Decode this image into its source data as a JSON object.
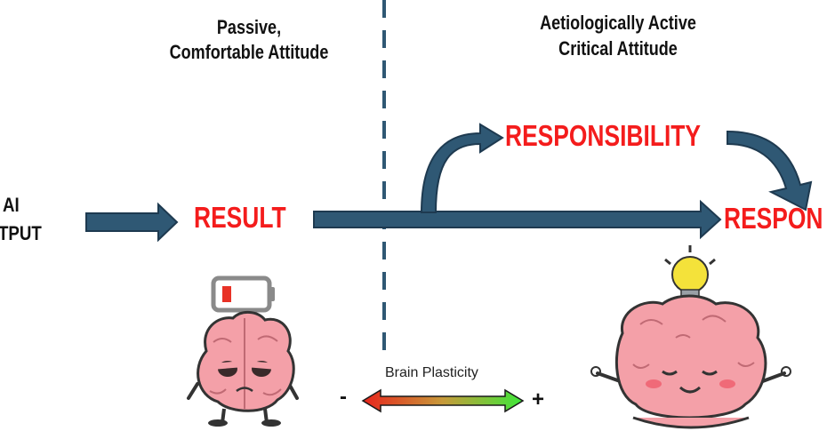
{
  "headings": {
    "left_line1": "Passive,",
    "left_line2": "Comfortable Attitude",
    "right_line1": "Aetiologically   Active",
    "right_line2": "Critical Attitude"
  },
  "source": {
    "line1": "AI",
    "line2": "TPUT"
  },
  "nodes": {
    "result": "RESULT",
    "responsibility": "RESPONSIBILITY",
    "response": "RESPON"
  },
  "plasticity": {
    "label": "Brain Plasticity",
    "minus": "-",
    "plus": "+"
  },
  "colors": {
    "arrow": "#2f5874",
    "emphasis": "#f41c1c",
    "gradient_start": "#e8241c",
    "gradient_end": "#3ee83a",
    "brain": "#f4a0a8"
  }
}
